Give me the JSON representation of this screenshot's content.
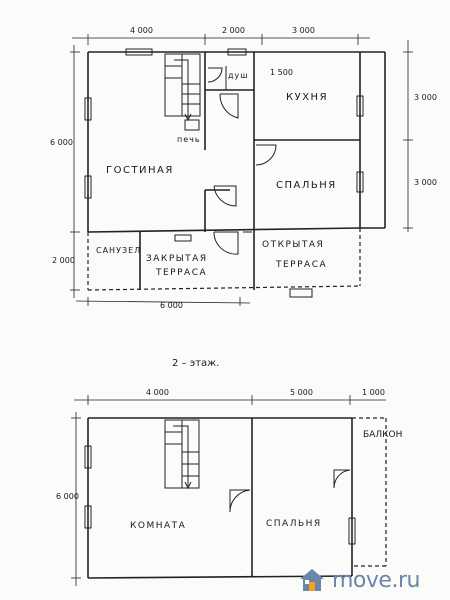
{
  "floor1": {
    "dims": {
      "top_left": "4 000",
      "top_mid": "2 000",
      "top_right": "3 000",
      "left": "6 000",
      "left_low": "2 000",
      "right_top": "3 000",
      "right_mid": "3 000",
      "bottom": "6 000",
      "bath_width": "1 500"
    },
    "rooms": {
      "shower": "душ",
      "kitchen": "кухня",
      "stove": "печь",
      "living": "гостиная",
      "bedroom": "спальня",
      "wc": "санузел",
      "closed_terrace_1": "закрытая",
      "closed_terrace_2": "терраса",
      "open_terrace_1": "открытая",
      "open_terrace_2": "терраса"
    }
  },
  "floor2": {
    "title": "2 – этаж.",
    "dims": {
      "top_left": "4 000",
      "top_mid": "5 000",
      "top_right": "1 000",
      "left": "6 000"
    },
    "rooms": {
      "room": "комната",
      "bedroom": "спальня",
      "balcony": "балкон"
    }
  },
  "watermark": {
    "text": "move.ru",
    "icon": "house-logo-icon",
    "color": "#6b86a8"
  }
}
